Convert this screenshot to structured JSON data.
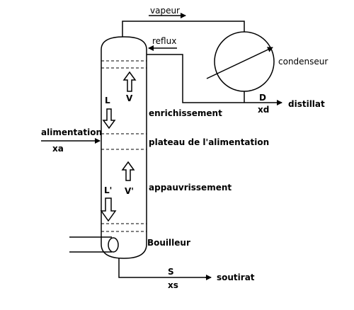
{
  "labels": {
    "vapeur": "vapeur",
    "reflux": "reflux",
    "condenseur": "condenseur",
    "D": "D",
    "xd": "xd",
    "distillat": "distillat",
    "L": "L",
    "V": "V",
    "enrichissement": "enrichissement",
    "alimentation": "alimentation",
    "xa": "xa",
    "plateau_alimentation": "plateau de l'alimentation",
    "V_prime": "V'",
    "L_prime": "L'",
    "appauvrissement": "appauvrissement",
    "bouilleur": "Bouilleur",
    "S": "S",
    "xs": "xs",
    "soutirat": "soutirat"
  }
}
